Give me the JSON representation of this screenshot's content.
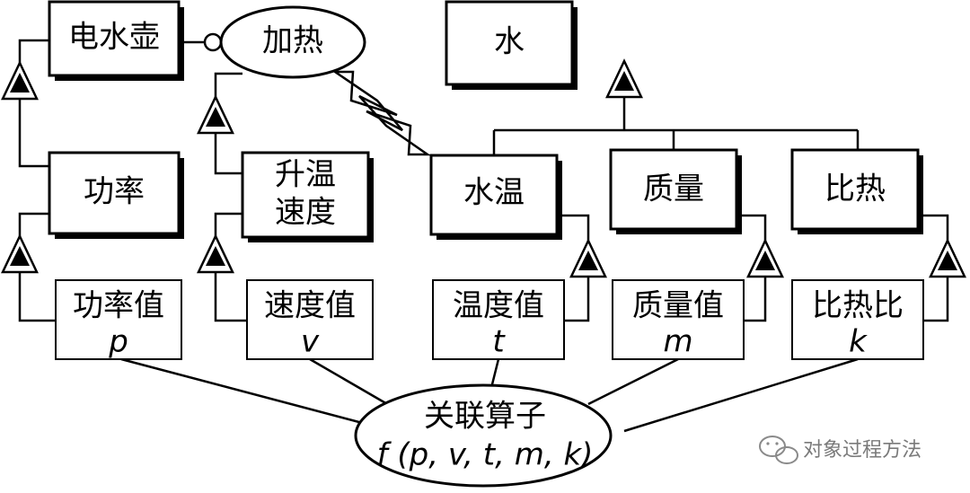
{
  "objects": {
    "kettle": "电水壶",
    "power": "功率",
    "rate": "升温",
    "rate2": "速度",
    "water": "水",
    "water_temp": "水温",
    "mass": "质量",
    "specific_heat": "比热"
  },
  "process": {
    "heating": "加热"
  },
  "values": {
    "power_label": "功率值",
    "power_var": "p",
    "rate_label": "速度值",
    "rate_var": "v",
    "temp_label": "温度值",
    "temp_var": "t",
    "mass_label": "质量值",
    "mass_var": "m",
    "heat_label": "比热比",
    "heat_var": "k"
  },
  "operator": {
    "label": "关联算子",
    "formula": "f (p, v, t, m, k)"
  },
  "watermark": {
    "icon": "wechat-icon",
    "text": "对象过程方法"
  }
}
